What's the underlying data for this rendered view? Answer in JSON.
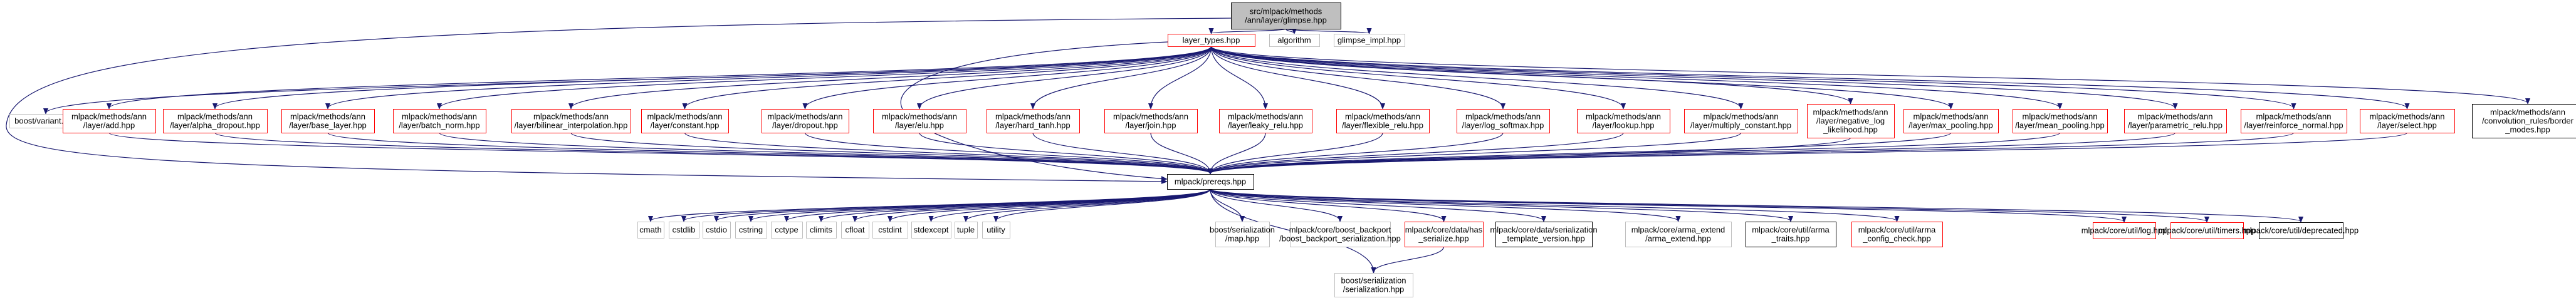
{
  "graph": {
    "title": "Include dependency graph for glimpse.hpp",
    "colors": {
      "edge": "#191970",
      "root_fill": "#bfbfbf",
      "border_red": "#ff0000",
      "border_gray": "#bfbfbf",
      "border_black": "#000000"
    },
    "nodes": [
      {
        "id": "root",
        "lines": [
          "src/mlpack/methods",
          "/ann/layer/glimpse.hpp"
        ],
        "style": "root"
      },
      {
        "id": "layer_types",
        "lines": [
          "layer_types.hpp"
        ],
        "style": "red"
      },
      {
        "id": "algorithm",
        "lines": [
          "algorithm"
        ],
        "style": "gray"
      },
      {
        "id": "glimpse_impl",
        "lines": [
          "glimpse_impl.hpp"
        ],
        "style": "gray"
      },
      {
        "id": "boost_variant",
        "lines": [
          "boost/variant.hpp"
        ],
        "style": "gray"
      },
      {
        "id": "add",
        "lines": [
          "mlpack/methods/ann",
          "/layer/add.hpp"
        ],
        "style": "red"
      },
      {
        "id": "alpha_dropout",
        "lines": [
          "mlpack/methods/ann",
          "/layer/alpha_dropout.hpp"
        ],
        "style": "red"
      },
      {
        "id": "base_layer",
        "lines": [
          "mlpack/methods/ann",
          "/layer/base_layer.hpp"
        ],
        "style": "red"
      },
      {
        "id": "batch_norm",
        "lines": [
          "mlpack/methods/ann",
          "/layer/batch_norm.hpp"
        ],
        "style": "red"
      },
      {
        "id": "bilinear",
        "lines": [
          "mlpack/methods/ann",
          "/layer/bilinear_interpolation.hpp"
        ],
        "style": "red"
      },
      {
        "id": "constant",
        "lines": [
          "mlpack/methods/ann",
          "/layer/constant.hpp"
        ],
        "style": "red"
      },
      {
        "id": "dropout",
        "lines": [
          "mlpack/methods/ann",
          "/layer/dropout.hpp"
        ],
        "style": "red"
      },
      {
        "id": "elu",
        "lines": [
          "mlpack/methods/ann",
          "/layer/elu.hpp"
        ],
        "style": "red"
      },
      {
        "id": "hard_tanh",
        "lines": [
          "mlpack/methods/ann",
          "/layer/hard_tanh.hpp"
        ],
        "style": "red"
      },
      {
        "id": "join",
        "lines": [
          "mlpack/methods/ann",
          "/layer/join.hpp"
        ],
        "style": "red"
      },
      {
        "id": "leaky_relu",
        "lines": [
          "mlpack/methods/ann",
          "/layer/leaky_relu.hpp"
        ],
        "style": "red"
      },
      {
        "id": "flexible_relu",
        "lines": [
          "mlpack/methods/ann",
          "/layer/flexible_relu.hpp"
        ],
        "style": "red"
      },
      {
        "id": "log_softmax",
        "lines": [
          "mlpack/methods/ann",
          "/layer/log_softmax.hpp"
        ],
        "style": "red"
      },
      {
        "id": "lookup",
        "lines": [
          "mlpack/methods/ann",
          "/layer/lookup.hpp"
        ],
        "style": "red"
      },
      {
        "id": "multiply_constant",
        "lines": [
          "mlpack/methods/ann",
          "/layer/multiply_constant.hpp"
        ],
        "style": "red"
      },
      {
        "id": "nll",
        "lines": [
          "mlpack/methods/ann",
          "/layer/negative_log",
          "_likelihood.hpp"
        ],
        "style": "red"
      },
      {
        "id": "max_pooling",
        "lines": [
          "mlpack/methods/ann",
          "/layer/max_pooling.hpp"
        ],
        "style": "red"
      },
      {
        "id": "mean_pooling",
        "lines": [
          "mlpack/methods/ann",
          "/layer/mean_pooling.hpp"
        ],
        "style": "red"
      },
      {
        "id": "parametric_relu",
        "lines": [
          "mlpack/methods/ann",
          "/layer/parametric_relu.hpp"
        ],
        "style": "red"
      },
      {
        "id": "reinforce_normal",
        "lines": [
          "mlpack/methods/ann",
          "/layer/reinforce_normal.hpp"
        ],
        "style": "red"
      },
      {
        "id": "select",
        "lines": [
          "mlpack/methods/ann",
          "/layer/select.hpp"
        ],
        "style": "red"
      },
      {
        "id": "border_modes",
        "lines": [
          "mlpack/methods/ann",
          "/convolution_rules/border",
          "_modes.hpp"
        ],
        "style": "black"
      },
      {
        "id": "prereqs",
        "lines": [
          "mlpack/prereqs.hpp"
        ],
        "style": "black"
      },
      {
        "id": "cmath",
        "lines": [
          "cmath"
        ],
        "style": "gray"
      },
      {
        "id": "cstdlib",
        "lines": [
          "cstdlib"
        ],
        "style": "gray"
      },
      {
        "id": "cstdio",
        "lines": [
          "cstdio"
        ],
        "style": "gray"
      },
      {
        "id": "cstring",
        "lines": [
          "cstring"
        ],
        "style": "gray"
      },
      {
        "id": "cctype",
        "lines": [
          "cctype"
        ],
        "style": "gray"
      },
      {
        "id": "climits",
        "lines": [
          "climits"
        ],
        "style": "gray"
      },
      {
        "id": "cfloat",
        "lines": [
          "cfloat"
        ],
        "style": "gray"
      },
      {
        "id": "cstdint",
        "lines": [
          "cstdint"
        ],
        "style": "gray"
      },
      {
        "id": "stdexcept",
        "lines": [
          "stdexcept"
        ],
        "style": "gray"
      },
      {
        "id": "tuple",
        "lines": [
          "tuple"
        ],
        "style": "gray"
      },
      {
        "id": "utility",
        "lines": [
          "utility"
        ],
        "style": "gray"
      },
      {
        "id": "ser_map",
        "lines": [
          "boost/serialization",
          "/map.hpp"
        ],
        "style": "gray"
      },
      {
        "id": "boost_backport",
        "lines": [
          "mlpack/core/boost_backport",
          "/boost_backport_serialization.hpp"
        ],
        "style": "gray"
      },
      {
        "id": "has_serialize",
        "lines": [
          "mlpack/core/data/has",
          "_serialize.hpp"
        ],
        "style": "red"
      },
      {
        "id": "ser_template",
        "lines": [
          "mlpack/core/data/serialization",
          "_template_version.hpp"
        ],
        "style": "black"
      },
      {
        "id": "arma_extend",
        "lines": [
          "mlpack/core/arma_extend",
          "/arma_extend.hpp"
        ],
        "style": "gray"
      },
      {
        "id": "arma_traits",
        "lines": [
          "mlpack/core/util/arma",
          "_traits.hpp"
        ],
        "style": "black"
      },
      {
        "id": "arma_config",
        "lines": [
          "mlpack/core/util/arma",
          "_config_check.hpp"
        ],
        "style": "red"
      },
      {
        "id": "log",
        "lines": [
          "mlpack/core/util/log.hpp"
        ],
        "style": "red"
      },
      {
        "id": "timers",
        "lines": [
          "mlpack/core/util/timers.hpp"
        ],
        "style": "red"
      },
      {
        "id": "deprecated",
        "lines": [
          "mlpack/core/util/deprecated.hpp"
        ],
        "style": "black"
      },
      {
        "id": "ser_ser",
        "lines": [
          "boost/serialization",
          "/serialization.hpp"
        ],
        "style": "gray"
      }
    ],
    "edges": [
      [
        "root",
        "layer_types"
      ],
      [
        "root",
        "algorithm"
      ],
      [
        "root",
        "glimpse_impl"
      ],
      [
        "root",
        "prereqs"
      ],
      [
        "layer_types",
        "boost_variant"
      ],
      [
        "layer_types",
        "add"
      ],
      [
        "layer_types",
        "alpha_dropout"
      ],
      [
        "layer_types",
        "base_layer"
      ],
      [
        "layer_types",
        "batch_norm"
      ],
      [
        "layer_types",
        "bilinear"
      ],
      [
        "layer_types",
        "constant"
      ],
      [
        "layer_types",
        "dropout"
      ],
      [
        "layer_types",
        "elu"
      ],
      [
        "layer_types",
        "hard_tanh"
      ],
      [
        "layer_types",
        "join"
      ],
      [
        "layer_types",
        "leaky_relu"
      ],
      [
        "layer_types",
        "flexible_relu"
      ],
      [
        "layer_types",
        "log_softmax"
      ],
      [
        "layer_types",
        "lookup"
      ],
      [
        "layer_types",
        "multiply_constant"
      ],
      [
        "layer_types",
        "nll"
      ],
      [
        "layer_types",
        "max_pooling"
      ],
      [
        "layer_types",
        "mean_pooling"
      ],
      [
        "layer_types",
        "parametric_relu"
      ],
      [
        "layer_types",
        "reinforce_normal"
      ],
      [
        "layer_types",
        "select"
      ],
      [
        "layer_types",
        "border_modes"
      ],
      [
        "layer_types",
        "prereqs"
      ],
      [
        "add",
        "prereqs"
      ],
      [
        "alpha_dropout",
        "prereqs"
      ],
      [
        "base_layer",
        "prereqs"
      ],
      [
        "batch_norm",
        "prereqs"
      ],
      [
        "bilinear",
        "prereqs"
      ],
      [
        "constant",
        "prereqs"
      ],
      [
        "dropout",
        "prereqs"
      ],
      [
        "elu",
        "prereqs"
      ],
      [
        "hard_tanh",
        "prereqs"
      ],
      [
        "join",
        "prereqs"
      ],
      [
        "leaky_relu",
        "prereqs"
      ],
      [
        "flexible_relu",
        "prereqs"
      ],
      [
        "log_softmax",
        "prereqs"
      ],
      [
        "lookup",
        "prereqs"
      ],
      [
        "multiply_constant",
        "prereqs"
      ],
      [
        "nll",
        "prereqs"
      ],
      [
        "max_pooling",
        "prereqs"
      ],
      [
        "mean_pooling",
        "prereqs"
      ],
      [
        "parametric_relu",
        "prereqs"
      ],
      [
        "reinforce_normal",
        "prereqs"
      ],
      [
        "select",
        "prereqs"
      ],
      [
        "prereqs",
        "cmath"
      ],
      [
        "prereqs",
        "cstdlib"
      ],
      [
        "prereqs",
        "cstdio"
      ],
      [
        "prereqs",
        "cstring"
      ],
      [
        "prereqs",
        "cctype"
      ],
      [
        "prereqs",
        "climits"
      ],
      [
        "prereqs",
        "cfloat"
      ],
      [
        "prereqs",
        "cstdint"
      ],
      [
        "prereqs",
        "stdexcept"
      ],
      [
        "prereqs",
        "tuple"
      ],
      [
        "prereqs",
        "utility"
      ],
      [
        "prereqs",
        "ser_map"
      ],
      [
        "prereqs",
        "boost_backport"
      ],
      [
        "prereqs",
        "has_serialize"
      ],
      [
        "prereqs",
        "ser_template"
      ],
      [
        "prereqs",
        "arma_extend"
      ],
      [
        "prereqs",
        "arma_traits"
      ],
      [
        "prereqs",
        "arma_config"
      ],
      [
        "prereqs",
        "log"
      ],
      [
        "prereqs",
        "timers"
      ],
      [
        "prereqs",
        "deprecated"
      ],
      [
        "prereqs",
        "ser_ser"
      ],
      [
        "has_serialize",
        "ser_ser"
      ]
    ]
  }
}
